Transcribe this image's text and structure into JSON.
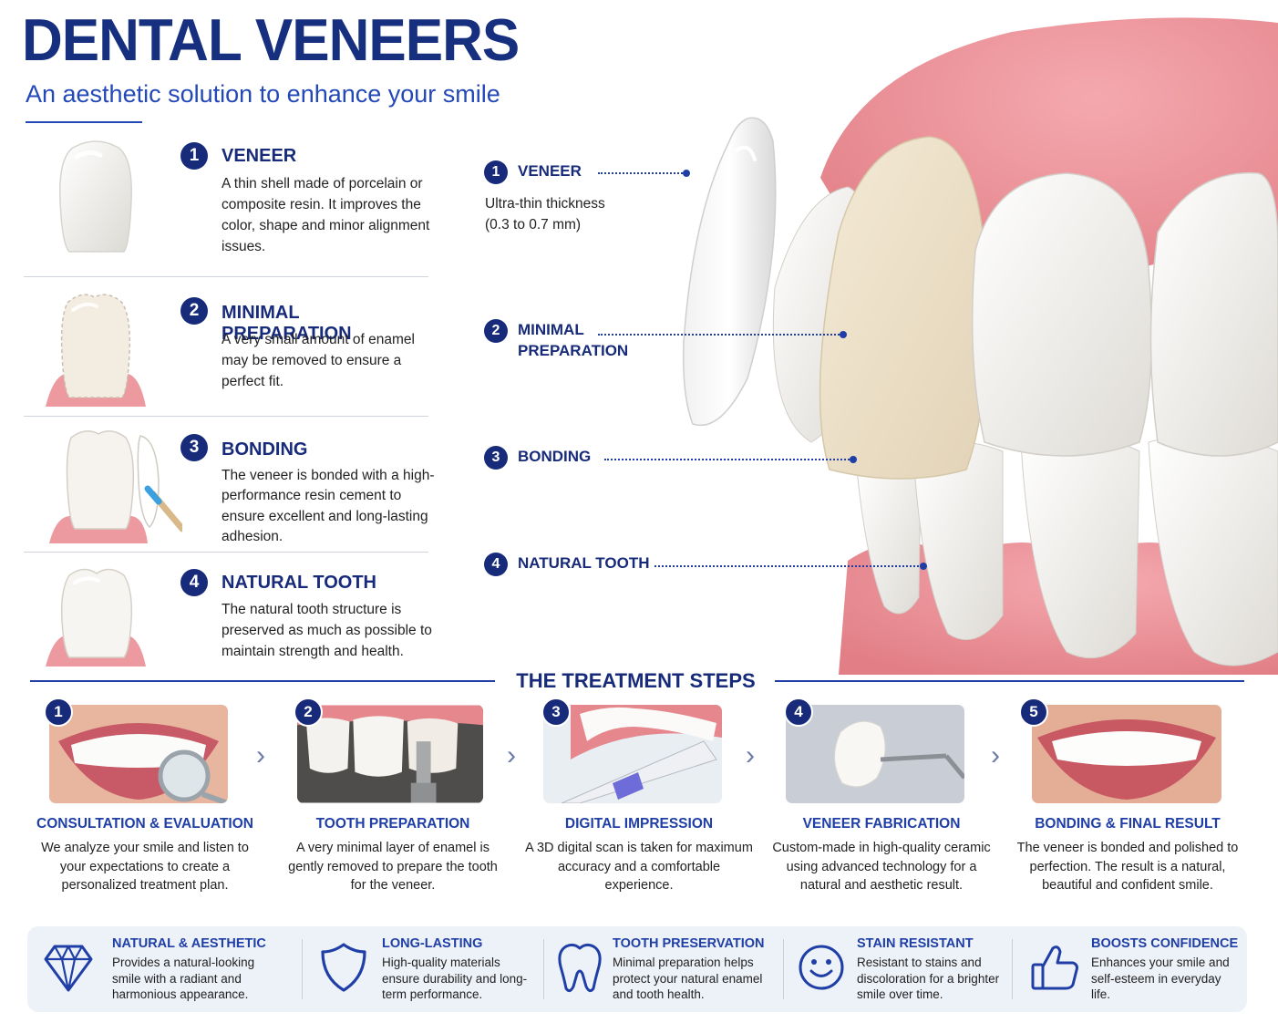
{
  "header": {
    "title": "DENTAL VENEERS",
    "subtitle": "An aesthetic solution to enhance your smile"
  },
  "features": [
    {
      "number": "1",
      "title": "VENEER",
      "description": "A thin shell made of porcelain or composite resin. It improves the color, shape and minor alignment issues."
    },
    {
      "number": "2",
      "title": "MINIMAL PREPARATION",
      "description": "A very small amount of enamel may be removed to ensure a perfect fit."
    },
    {
      "number": "3",
      "title": "BONDING",
      "description": "The veneer is bonded with a high-performance resin cement to ensure excellent and long-lasting adhesion."
    },
    {
      "number": "4",
      "title": "NATURAL TOOTH",
      "description": "The natural tooth structure is preserved as much as possible to maintain strength and health."
    }
  ],
  "illustration_labels": [
    {
      "number": "1",
      "title": "VENEER",
      "detail": "Ultra-thin thickness (0.3 to 0.7 mm)"
    },
    {
      "number": "2",
      "title": "MINIMAL PREPARATION"
    },
    {
      "number": "3",
      "title": "BONDING"
    },
    {
      "number": "4",
      "title": "NATURAL TOOTH"
    }
  ],
  "treatment_steps": {
    "title": "THE TREATMENT STEPS",
    "steps": [
      {
        "number": "1",
        "title": "CONSULTATION & EVALUATION",
        "description": "We analyze your smile and listen to your expectations to create a personalized treatment plan."
      },
      {
        "number": "2",
        "title": "TOOTH PREPARATION",
        "description": "A very minimal layer of enamel is gently removed to prepare the tooth for the veneer."
      },
      {
        "number": "3",
        "title": "DIGITAL IMPRESSION",
        "description": "A 3D digital scan is taken for maximum accuracy and a comfortable experience."
      },
      {
        "number": "4",
        "title": "VENEER FABRICATION",
        "description": "Custom-made in high-quality ceramic using advanced technology for a natural and aesthetic result."
      },
      {
        "number": "5",
        "title": "BONDING & FINAL RESULT",
        "description": "The veneer is bonded and polished to perfection. The result is a natural, beautiful and confident smile."
      }
    ],
    "separator_glyph": "›"
  },
  "benefits": [
    {
      "icon": "diamond-icon",
      "title": "NATURAL & AESTHETIC",
      "description": "Provides a natural-looking smile with a radiant and harmonious appearance."
    },
    {
      "icon": "shield-icon",
      "title": "LONG-LASTING",
      "description": "High-quality materials ensure durability and long-term performance."
    },
    {
      "icon": "tooth-icon",
      "title": "TOOTH PRESERVATION",
      "description": "Minimal preparation helps protect your natural enamel and tooth health."
    },
    {
      "icon": "smiley-icon",
      "title": "STAIN RESISTANT",
      "description": "Resistant to stains and discoloration for a brighter smile over time."
    },
    {
      "icon": "thumbs-up-icon",
      "title": "BOOSTS CONFIDENCE",
      "description": "Enhances your smile and self-esteem in everyday life."
    }
  ],
  "colors": {
    "navy": "#172b7a",
    "accent_blue": "#1f3fa6",
    "gum_pink": "#e88e93",
    "benefit_bg": "#edf1f8"
  }
}
